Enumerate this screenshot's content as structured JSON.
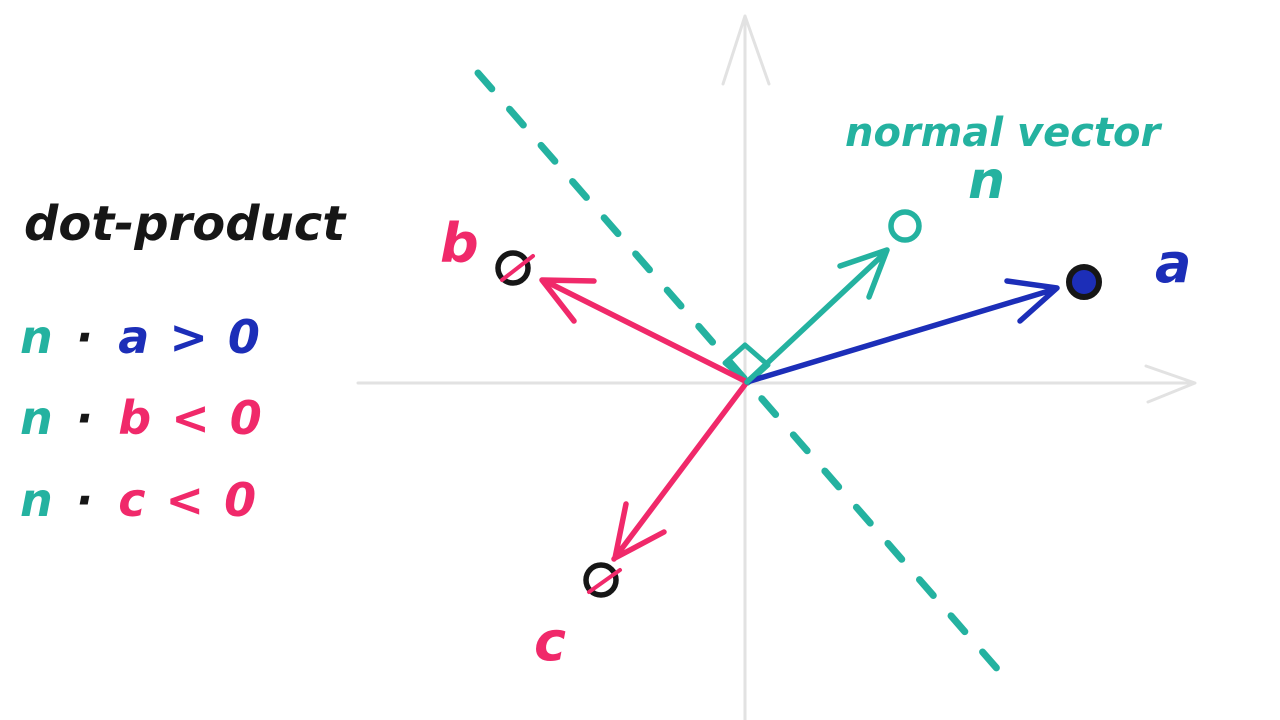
{
  "colors": {
    "teal": "#24b2a0",
    "blue": "#1c2eb8",
    "pink": "#f0296a",
    "black": "#161616",
    "axis": "#e2e2e2",
    "white": "#ffffff"
  },
  "panel": {
    "title": "dot-product",
    "equations": [
      {
        "n": "n",
        "dot": "·",
        "rest": "a > 0",
        "color": "#1c2eb8"
      },
      {
        "n": "n",
        "dot": "·",
        "rest": "b < 0",
        "color": "#f0296a"
      },
      {
        "n": "n",
        "dot": "·",
        "rest": "c < 0",
        "color": "#f0296a"
      }
    ]
  },
  "diagram": {
    "normal_vector_label": "normal vector",
    "n_label": "n",
    "a_label": "a",
    "b_label": "b",
    "c_label": "c"
  }
}
